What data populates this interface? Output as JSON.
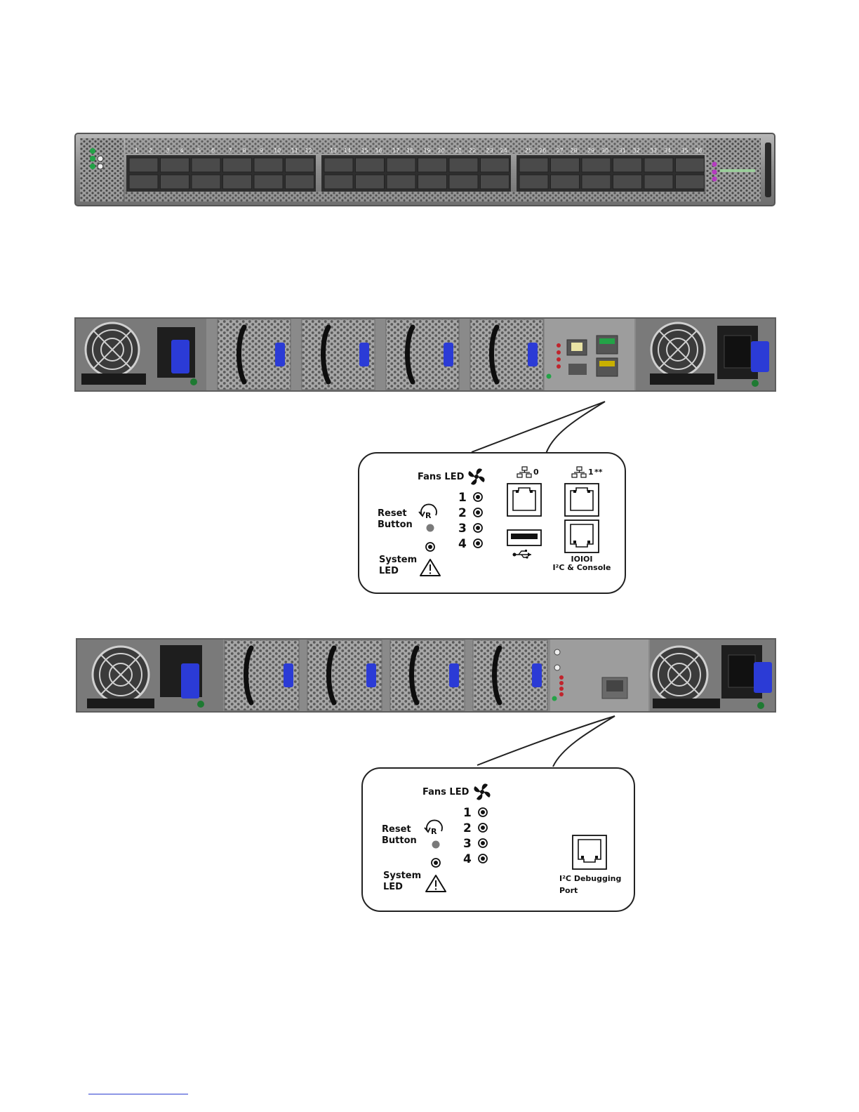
{
  "colors": {
    "chassis": "#8e8e8e",
    "chassis_dark": "#555555",
    "port_cage": "#3a3a3a",
    "latch_blue": "#2b3bd6",
    "led_green": "#23a347",
    "led_red": "#c0242c",
    "callout_border": "#222222"
  },
  "front_panel": {
    "port_labels": [
      "1",
      "2",
      "3",
      "4",
      "5",
      "6",
      "7",
      "8",
      "9",
      "10",
      "11",
      "12",
      "13",
      "14",
      "15",
      "16",
      "17",
      "18",
      "19",
      "20",
      "21",
      "22",
      "23",
      "24",
      "25",
      "26",
      "27",
      "28",
      "29",
      "30",
      "31",
      "32",
      "33",
      "34",
      "35",
      "36"
    ]
  },
  "callout_a": {
    "fans_led_label": "Fans LED",
    "reset_label_line1": "Reset",
    "reset_label_line2": "Button",
    "reset_symbol": "R",
    "system_label_line1": "System",
    "system_label_line2": "LED",
    "fan_numbers": [
      "1",
      "2",
      "3",
      "4"
    ],
    "mgmt0_index": "0",
    "mgmt1_index": "1",
    "mgmt1_note": "**",
    "console_symbol": "IOIOI",
    "console_label": "I²C & Console",
    "icons": [
      "fan-icon",
      "network-icon",
      "rj45-port-icon",
      "usb-port-icon",
      "usb-symbol-icon",
      "reset-icon",
      "warning-icon"
    ]
  },
  "callout_b": {
    "fans_led_label": "Fans LED",
    "reset_label_line1": "Reset",
    "reset_label_line2": "Button",
    "reset_symbol": "R",
    "system_label_line1": "System",
    "system_label_line2": "LED",
    "fan_numbers": [
      "1",
      "2",
      "3",
      "4"
    ],
    "debug_label_line1": "I²C Debugging",
    "debug_label_line2": "Port",
    "icons": [
      "fan-icon",
      "rj45-port-icon",
      "reset-icon",
      "warning-icon"
    ]
  }
}
